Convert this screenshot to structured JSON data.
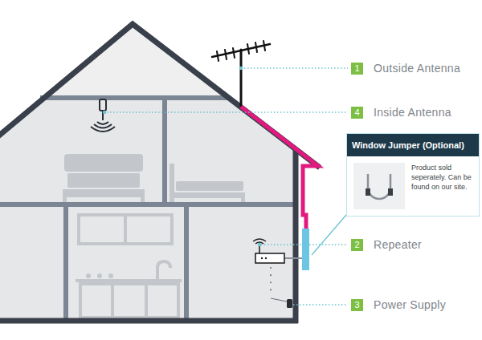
{
  "diagram": {
    "nodes": [
      {
        "text": [
          "1",
          "Outside Antenna"
        ]
      },
      {
        "text": [
          "4",
          "Inside Antenna"
        ]
      },
      {
        "text": [
          "Window Jumper (Optional)",
          "Product sold seperately. Can be found on our site."
        ]
      },
      {
        "text": [
          "2",
          "Repeater"
        ]
      },
      {
        "text": [
          "3",
          "Power Supply"
        ]
      }
    ]
  }
}
